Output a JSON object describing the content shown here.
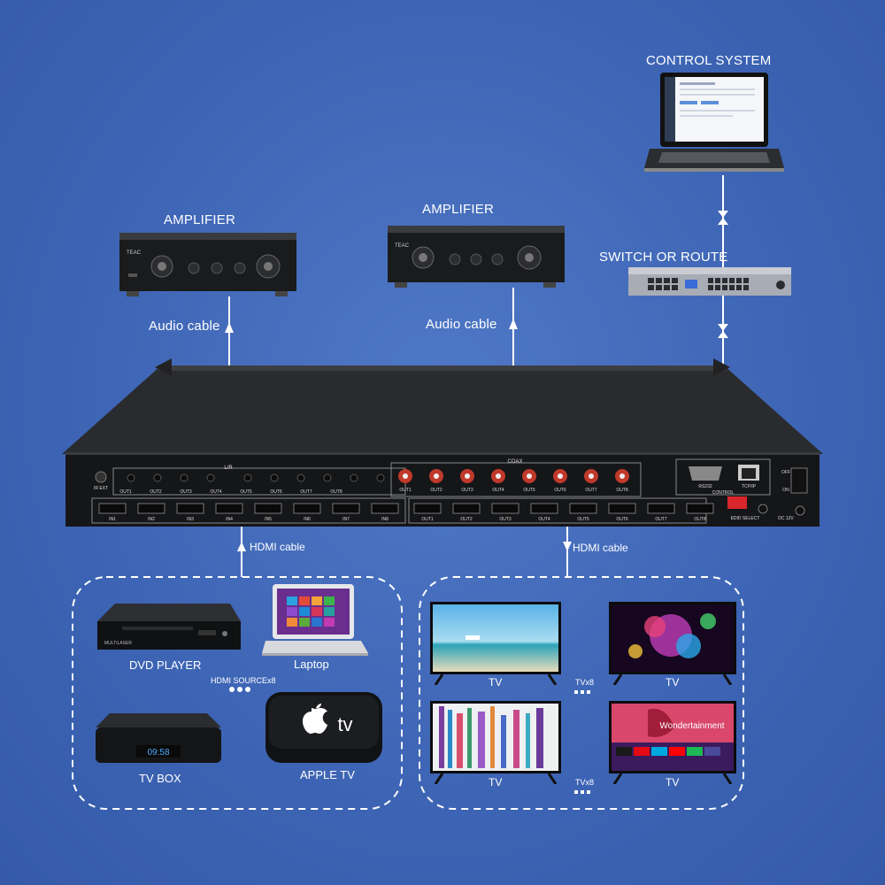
{
  "labels": {
    "control_system": "CONTROL SYSTEM",
    "amplifier_left": "AMPLIFIER",
    "amplifier_right": "AMPLIFIER",
    "switch_or_route": "SWITCH OR ROUTE",
    "audio_cable_left": "Audio cable",
    "audio_cable_right": "Audio cable",
    "hdmi_cable_in": "HDMI cable",
    "hdmi_cable_out": "HDMI cable",
    "dvd_player": "DVD PLAYER",
    "laptop": "Laptop",
    "hdmi_sources": "HDMI SOURCEx8",
    "tv_box": "TV BOX",
    "apple_tv": "APPLE TV",
    "tv_1": "TV",
    "tv_2": "TV",
    "tv_3": "TV",
    "tv_4": "TV",
    "tvx8_top": "TVx8",
    "tvx8_bottom": "TVx8"
  },
  "matrix": {
    "lr_label": "L/R",
    "coax_label": "COAX",
    "ir_ext": "IR EXT",
    "rs232": "RS232",
    "tcpip": "TCP/IP",
    "control": "CONTROL",
    "edid_select": "EDID SELECT",
    "dc12v": "DC 12V",
    "off": "OFF",
    "on": "ON",
    "audio_outs": [
      "OUT1",
      "OUT2",
      "OUT3",
      "OUT4",
      "OUT5",
      "OUT6",
      "OUT7",
      "OUT8"
    ],
    "coax_outs": [
      "OUT1",
      "OUT2",
      "OUT3",
      "OUT4",
      "OUT5",
      "OUT6",
      "OUT7",
      "OUT8"
    ],
    "hdmi_ins": [
      "IN1",
      "IN2",
      "IN3",
      "IN4",
      "IN5",
      "IN6",
      "IN7",
      "IN8"
    ],
    "hdmi_outs": [
      "OUT1",
      "OUT2",
      "OUT3",
      "OUT4",
      "OUT5",
      "OUT6",
      "OUT7",
      "OUT8"
    ]
  },
  "devices": {
    "amp_brand": "TEAC",
    "dvd_brand": "MULTILASER",
    "tv_box_clock": "09:58",
    "apple_tv_text": "tv",
    "samsung_banner": "Wondertainment"
  },
  "colors": {
    "background": "#3d64b4",
    "device_dark": "#1b1c1e",
    "rca_red": "#c0392b",
    "line": "#ffffff"
  }
}
